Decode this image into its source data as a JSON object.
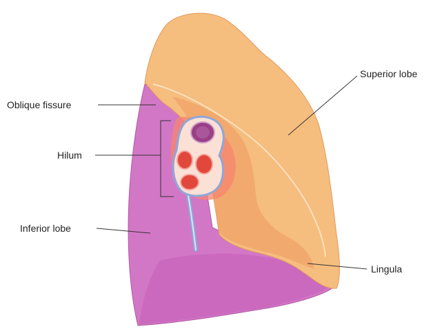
{
  "labels": {
    "oblique_fissure": "Oblique fissure",
    "hilum": "Hilum",
    "inferior_lobe": "Inferior lobe",
    "superior_lobe": "Superior lobe",
    "lingula": "Lingula"
  },
  "colors": {
    "superior_lobe": "#f5bd7e",
    "superior_lobe_shadow": "#f0a66a",
    "inferior_lobe": "#d277c6",
    "inferior_lobe_shadow": "#c35fb6",
    "hilum_region": "#f5866f",
    "vessel_red": "#e2473b",
    "vessel_purple": "#9a3f86",
    "hilum_outline": "#8fa7d8",
    "leader_line": "#333333",
    "label_text": "#222222"
  }
}
